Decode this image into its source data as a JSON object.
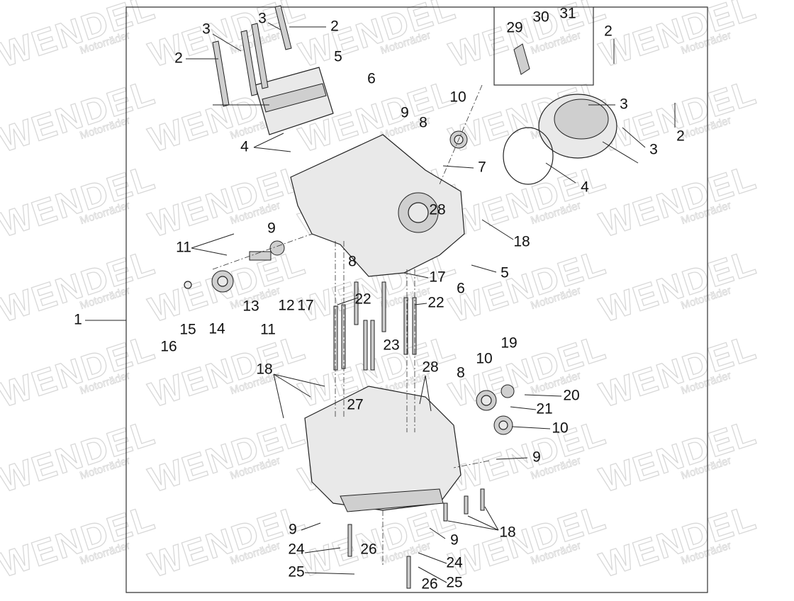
{
  "watermark": {
    "brand": "WENDEL",
    "sub": "Motorräder"
  },
  "callouts": [
    "1",
    "2",
    "2",
    "2",
    "2",
    "3",
    "3",
    "3",
    "3",
    "4",
    "4",
    "5",
    "5",
    "6",
    "6",
    "7",
    "8",
    "8",
    "8",
    "9",
    "9",
    "9",
    "9",
    "9",
    "10",
    "10",
    "10",
    "11",
    "11",
    "12",
    "13",
    "14",
    "15",
    "16",
    "17",
    "17",
    "18",
    "18",
    "18",
    "19",
    "20",
    "21",
    "22",
    "22",
    "23",
    "24",
    "24",
    "25",
    "25",
    "26",
    "26",
    "27",
    "28",
    "28",
    "29",
    "30",
    "31"
  ]
}
